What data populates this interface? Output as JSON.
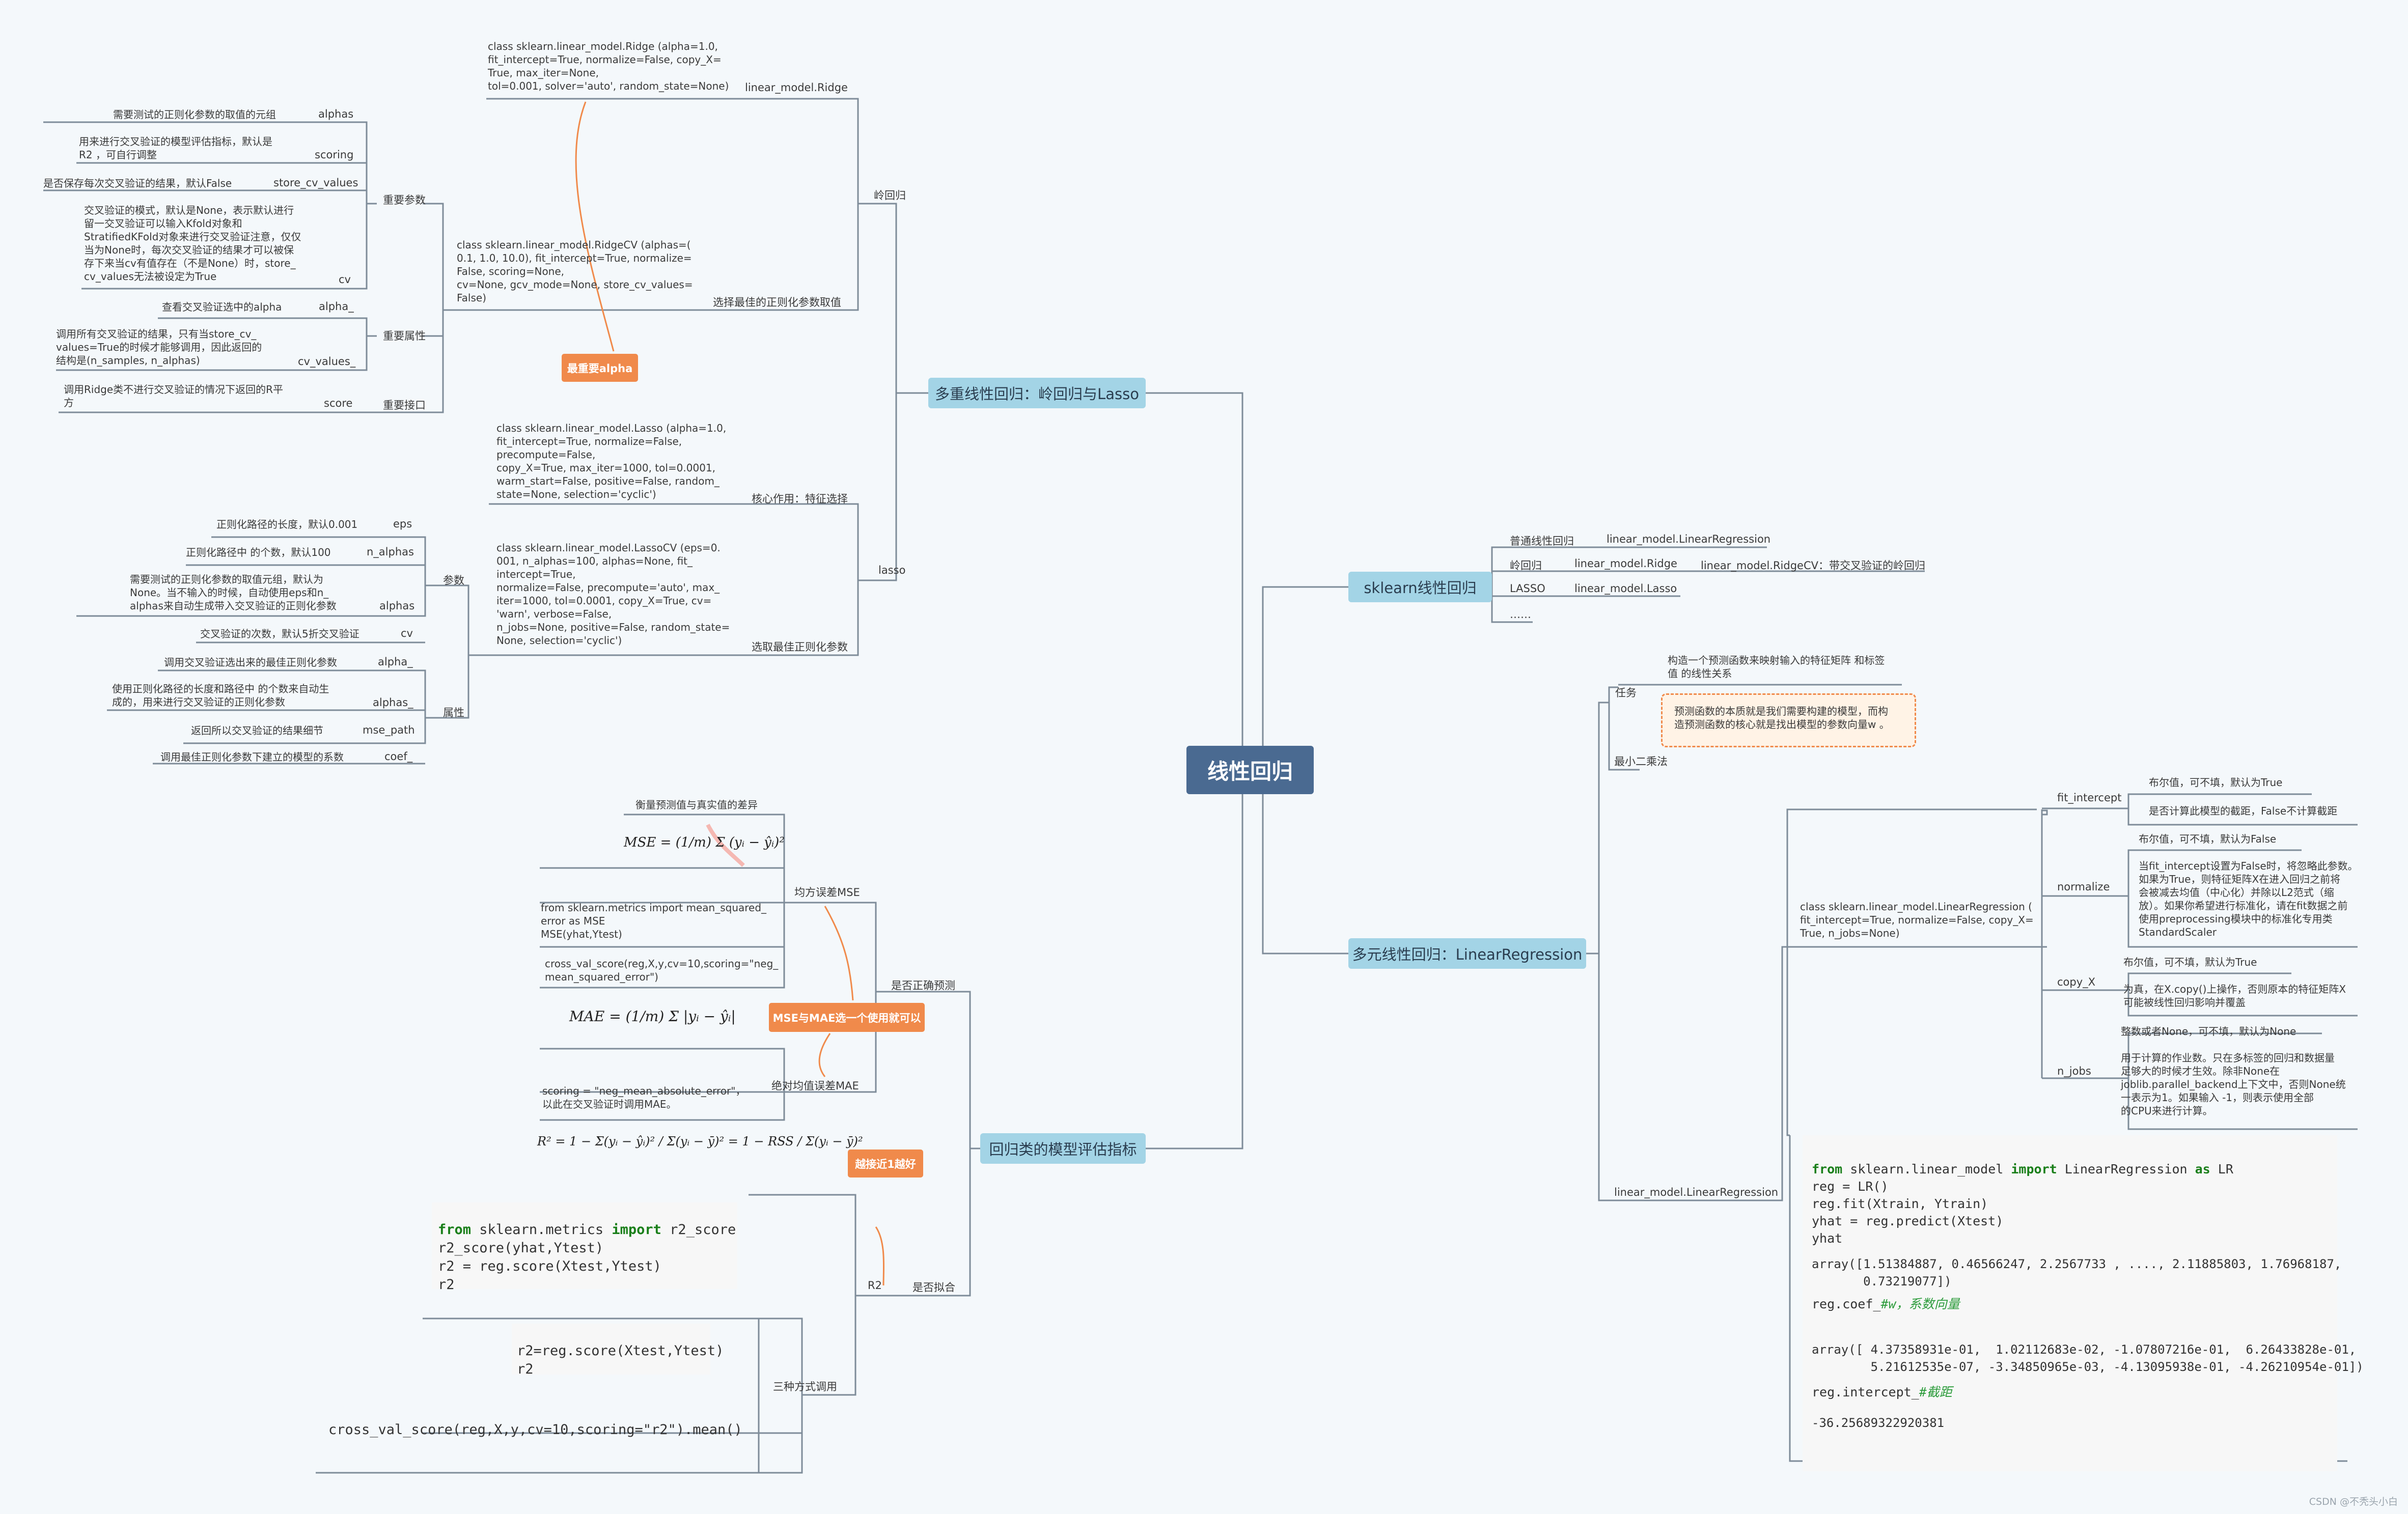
{
  "root": "线性回归",
  "main": {
    "ridge_lasso": "多重线性回归：岭回归与Lasso",
    "sklearn": "sklearn线性回归",
    "multi": "多元线性回归：LinearRegression",
    "metrics": "回归类的模型评估指标"
  },
  "ridge": {
    "branch": "岭回归",
    "ridge_class": "class sklearn.linear_model.Ridge (alpha=1.0,\nfit_intercept=True, normalize=False, copy_X=\nTrue, max_iter=None,\ntol=0.001, solver='auto', random_state=None)",
    "ridge_label": "linear_model.Ridge",
    "cv_class": "class sklearn.linear_model.RidgeCV (alphas=(\n0.1, 1.0, 10.0), fit_intercept=True, normalize=\nFalse, scoring=None,\ncv=None, gcv_mode=None, store_cv_values=\nFalse)",
    "cv_label": "选择最佳的正则化参数取值",
    "important_params": "重要参数",
    "alphas_desc": "需要测试的正则化参数的取值的元组",
    "alphas": "alphas",
    "scoring_desc": "用来进行交叉验证的模型评估指标，默认是\nR2 ，可自行调整",
    "scoring": "scoring",
    "store_desc": "是否保存每次交叉验证的结果，默认False",
    "store": "store_cv_values",
    "cv_desc": "交叉验证的模式，默认是None，表示默认进行\n留一交叉验证可以输入Kfold对象和\nStratifiedKFold对象来进行交叉验证注意，仅仅\n当为None时，每次交叉验证的结果才可以被保\n存下来当cv有值存在（不是None）时，store_\ncv_values无法被设定为True",
    "cv": "cv",
    "important_attrs": "重要属性",
    "alpha_desc": "查看交叉验证选中的alpha",
    "alpha_": "alpha_",
    "cvvalues_desc": "调用所有交叉验证的结果，只有当store_cv_\nvalues=True的时候才能够调用，因此返回的\n结构是(n_samples, n_alphas)",
    "cv_values_": "cv_values_",
    "score_desc": "调用Ridge类不进行交叉验证的情况下返回的R平\n方",
    "score": "score",
    "important_api": "重要接口",
    "note_alpha": "最重要alpha"
  },
  "lasso": {
    "branch": "lasso",
    "lasso_class": "class sklearn.linear_model.Lasso (alpha=1.0,\nfit_intercept=True, normalize=False,\nprecompute=False,\ncopy_X=True, max_iter=1000, tol=0.0001,\nwarm_start=False, positive=False, random_\nstate=None, selection='cyclic')",
    "core": "核心作用：特征选择",
    "cv_class": "class sklearn.linear_model.LassoCV (eps=0.\n001, n_alphas=100, alphas=None, fit_\nintercept=True,\nnormalize=False, precompute='auto', max_\niter=1000, tol=0.0001, copy_X=True, cv=\n'warn', verbose=False,\nn_jobs=None, positive=False, random_state=\nNone, selection='cyclic')",
    "cv_label": "选取最佳正则化参数",
    "params": "参数",
    "eps_desc": "正则化路径的长度，默认0.001",
    "eps": "eps",
    "nalphas_desc": "正则化路径中 的个数，默认100",
    "n_alphas": "n_alphas",
    "alphas_desc": "需要测试的正则化参数的取值元组，默认为\nNone。当不输入的时候，自动使用eps和n_\nalphas来自动生成带入交叉验证的正则化参数",
    "alphas": "alphas",
    "cv_desc": "交叉验证的次数，默认5折交叉验证",
    "cv": "cv",
    "attrs": "属性",
    "alpha_desc": "调用交叉验证选出来的最佳正则化参数",
    "alpha_": "alpha_",
    "alphas_attr_desc": "使用正则化路径的长度和路径中 的个数来自动生\n成的，用来进行交叉验证的正则化参数",
    "alphas_": "alphas_",
    "mse_desc": "返回所以交叉验证的结果细节",
    "mse_path": "mse_path",
    "coef_desc": "调用最佳正则化参数下建立的模型的系数",
    "coef_": "coef_"
  },
  "sk": {
    "ols": "普通线性回归",
    "ols_cls": "linear_model.LinearRegression",
    "ridge": "岭回归",
    "ridge_cls": "linear_model.Ridge",
    "ridge_cv": "linear_model.RidgeCV：带交叉验证的岭回归",
    "lasso": "LASSO",
    "lasso_cls": "linear_model.Lasso",
    "more": "……"
  },
  "lr": {
    "task": "任务",
    "task_desc": "构造一个预测函数来映射输入的特征矩阵 和标签\n值 的线性关系",
    "essence": "预测函数的本质就是我们需要构建的模型，而构\n造预测函数的核心就是找出模型的参数向量w 。",
    "lsq": "最小二乘法",
    "class_def": "class sklearn.linear_model.LinearRegression (\nfit_intercept=True, normalize=False, copy_X=\nTrue, n_jobs=None)",
    "fit_intercept": "fit_intercept",
    "fi_1": "布尔值，可不填，默认为True",
    "fi_2": "是否计算此模型的截距，False不计算截距",
    "normalize": "normalize",
    "nm_1": "布尔值，可不填，默认为False",
    "nm_2": "当fit_intercept设置为False时，将忽略此参数。\n如果为True，则特征矩阵X在进入回归之前将\n会被减去均值（中心化）并除以L2范式（缩\n放）。如果你希望进行标准化，请在fit数据之前\n使用preprocessing模块中的标准化专用类\nStandardScaler",
    "copy_X": "copy_X",
    "cx_1": "布尔值，可不填，默认为True",
    "cx_2": "为真，在X.copy()上操作，否则原本的特征矩阵X\n可能被线性回归影响并覆盖",
    "n_jobs": "n_jobs",
    "nj_1": "整数或者None，可不填，默认为None",
    "nj_2": "用于计算的作业数。只在多标签的回归和数据量\n足够大的时候才生效。除非None在\njoblib.parallel_backend上下文中，否则None统\n一表示为1。如果输入 -1，则表示使用全部\n的CPU来进行计算。",
    "api": "linear_model.LinearRegression",
    "code1": [
      "from sklearn.linear_model import LinearRegression as LR",
      "reg = LR()",
      "reg.fit(Xtrain, Ytrain)",
      "yhat = reg.predict(Xtest)",
      "yhat"
    ],
    "out1": [
      "array([1.51384887, 0.46566247, 2.2567733 , ...., 2.11885803, 1.76968187,",
      "       0.73219077])"
    ],
    "code2": "reg.coef_",
    "code2_cm": "#w，系数向量",
    "out2": [
      "array([ 4.37358931e-01,  1.02112683e-02, -1.07807216e-01,  6.26433828e-01,",
      "        5.21612535e-07, -3.34850965e-03, -4.13095938e-01, -4.26210954e-01])"
    ],
    "code3": "reg.intercept_",
    "code3_cm": "#截距",
    "out3": "-36.25689322920381"
  },
  "metrics": {
    "correct": "是否正确预测",
    "fit": "是否拟合",
    "mse_desc": "衡量预测值与真实值的差异",
    "mse_label": "均方误差MSE",
    "mse_formula": "MSE = (1/m) Σ (yᵢ − ŷᵢ)²",
    "mse_import": "from sklearn.metrics import mean_squared_\nerror as MSE\nMSE(yhat,Ytest)",
    "mse_cv": "cross_val_score(reg,X,y,cv=10,scoring=\"neg_\nmean_squared_error\")",
    "mae_formula": "MAE = (1/m) Σ |yᵢ − ŷᵢ|",
    "mae_scoring": "scoring = \"neg_mean_absolute_error\"，\n以此在交叉验证时调用MAE。",
    "mae_label": "绝对均值误差MAE",
    "note_mse_mae": "MSE与MAE选一个使用就可以",
    "r2_formula": "R² = 1 − Σ(yᵢ − ŷᵢ)² / Σ(yᵢ − ȳ)² = 1 − RSS / Σ(yᵢ − ȳ)²",
    "note_r2": "越接近1越好",
    "r2": "R2",
    "r2_code": [
      "from sklearn.metrics import r2_score",
      "r2_score(yhat,Ytest)",
      "r2 = reg.score(Xtest,Ytest)",
      "r2"
    ],
    "r2_code2": [
      "r2=reg.score(Xtest,Ytest)",
      "r2"
    ],
    "r2_code3": "cross_val_score(reg,X,y,cv=10,scoring=\"r2\").mean()",
    "three_ways": "三种方式调用"
  },
  "watermark": "CSDN @不秃头小白"
}
